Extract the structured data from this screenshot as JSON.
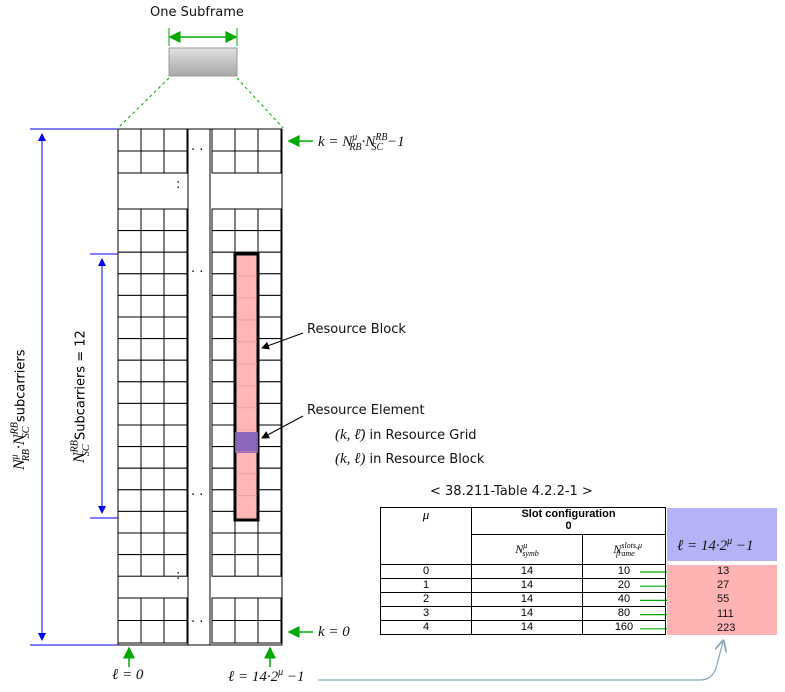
{
  "title": "One Subframe",
  "labels": {
    "k_top": "k = N",
    "k_bottom": "k = 0",
    "l_left": "ℓ = 0",
    "l_right": "ℓ = 14·2",
    "l_right_tail": " −1",
    "resource_block": "Resource Block",
    "resource_element": "Resource Element",
    "k_lbar": "(k, ℓ̄)",
    "in_grid": "in Resource Grid",
    "k_l": "(k, ℓ)",
    "in_block": "in Resource Block",
    "outer_vertical_tail": "subcarriers",
    "inner_vertical_tail": "Subcarriers = 12",
    "dots_h": "· ·",
    "dots_v": ":"
  },
  "table": {
    "caption": "< 38.211-Table 4.2.2-1 >",
    "header_mu": "μ",
    "header_slot": "Slot configuration",
    "header_slot_sub": "0",
    "col_symb": "N",
    "col_symb_sub": "symb",
    "col_frame": "N",
    "col_frame_sup": "slots,μ",
    "col_frame_sub": "frame",
    "formula": "ℓ = 14·2",
    "formula_tail": " −1",
    "rows": [
      {
        "mu": "0",
        "symb": "14",
        "frame": "10",
        "l": "13"
      },
      {
        "mu": "1",
        "symb": "14",
        "frame": "20",
        "l": "27"
      },
      {
        "mu": "2",
        "symb": "14",
        "frame": "40",
        "l": "55"
      },
      {
        "mu": "3",
        "symb": "14",
        "frame": "80",
        "l": "111"
      },
      {
        "mu": "4",
        "symb": "14",
        "frame": "160",
        "l": "223"
      }
    ]
  },
  "colors": {
    "blue": "#0000ff",
    "green": "#00aa00",
    "rb_fill": "#ffb6b6",
    "re_fill": "#8060c0",
    "formula_bg": "#b3b3f5",
    "values_bg": "#ffb3b3",
    "grey_block": "#c8c8c8"
  }
}
